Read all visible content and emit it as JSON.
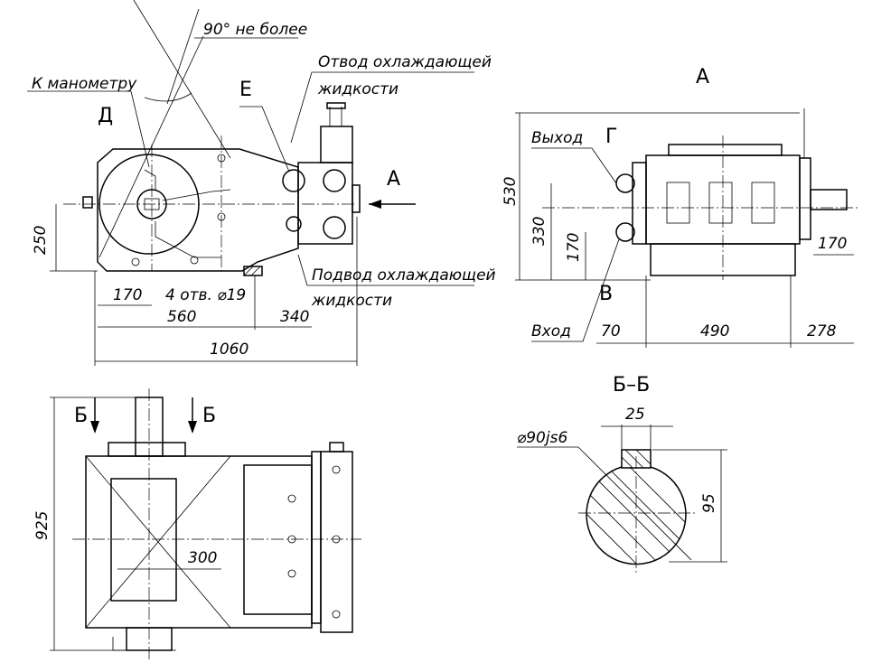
{
  "labels": {
    "angle": "90° не более",
    "manometer": "К манометру",
    "point_d": "Д",
    "point_e": "Е",
    "coolant_out_1": "Отвод охлаждающей",
    "coolant_out_2": "жидкости",
    "coolant_in_1": "Подвод охлаждающей",
    "coolant_in_2": "жидкости",
    "arrow_a": "А",
    "view_a": "А",
    "outlet": "Выход",
    "point_g": "Г",
    "point_v": "В",
    "inlet": "Вход",
    "section_title": "Б–Б",
    "section_b_left": "Б",
    "section_b_right": "Б",
    "holes": "4 отв. ⌀19",
    "diameter": "⌀90js6"
  },
  "dimensions": {
    "d250": "250",
    "d170a": "170",
    "d560": "560",
    "d340": "340",
    "d1060": "1060",
    "d530": "530",
    "d330": "330",
    "d170b": "170",
    "d170c": "170",
    "d70": "70",
    "d490": "490",
    "d278": "278",
    "d925": "925",
    "d300": "300",
    "d25": "25",
    "d95": "95"
  }
}
